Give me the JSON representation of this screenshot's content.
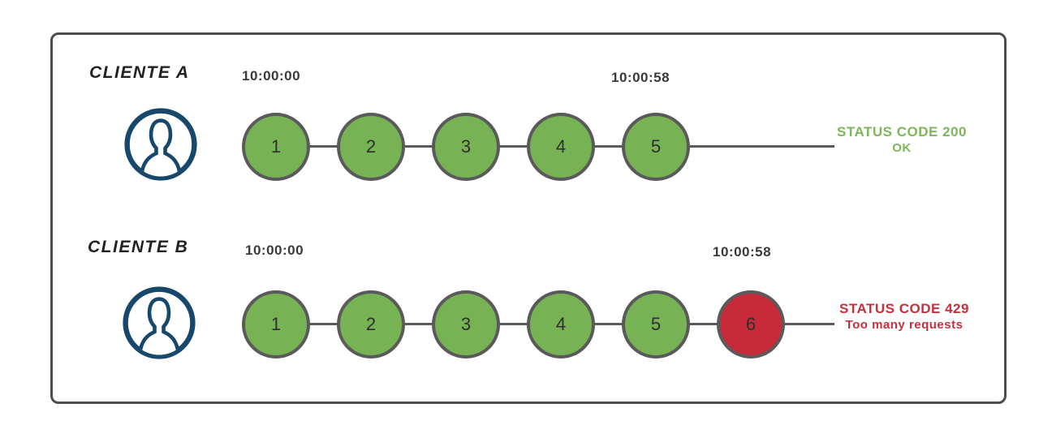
{
  "diagram": {
    "topic": "rate-limiting",
    "colors": {
      "request_ok": "#77B255",
      "request_blocked": "#C62A39",
      "circle_border": "#5A5A5A",
      "timeline": "#5A5A5A",
      "frame_border": "#4D4D4D",
      "avatar_navy": "#17486B",
      "time_text": "#3A3A3A",
      "status_ok_text": "#7CB857",
      "status_error_text": "#C5303C"
    },
    "rows": [
      {
        "client": "CLIENTE A",
        "time_start": "10:00:00",
        "time_end": "10:00:58",
        "requests": [
          "1",
          "2",
          "3",
          "4",
          "5"
        ],
        "status": {
          "code_line": "STATUS CODE 200",
          "message_line": "OK"
        }
      },
      {
        "client": "CLIENTE B",
        "time_start": "10:00:00",
        "time_end": "10:00:58",
        "requests": [
          "1",
          "2",
          "3",
          "4",
          "5",
          "6"
        ],
        "status": {
          "code_line": "STATUS CODE 429",
          "message_line": "Too many requests"
        }
      }
    ]
  }
}
